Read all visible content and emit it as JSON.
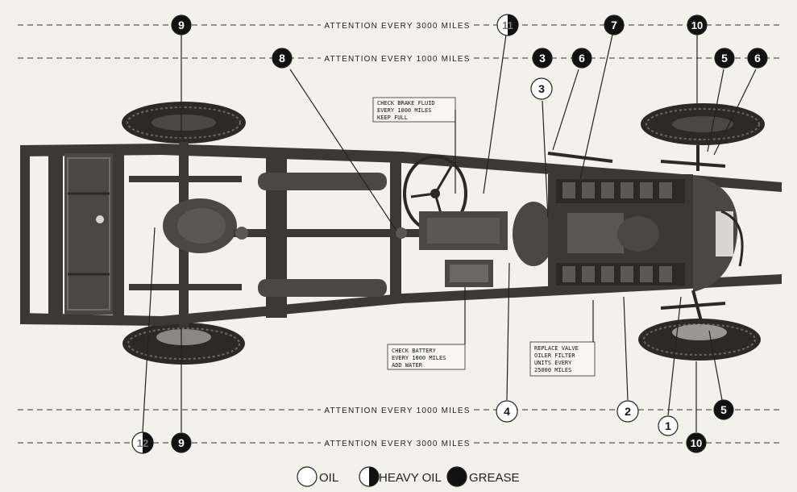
{
  "rows": {
    "top_3000": "ATTENTION EVERY 3000 MILES",
    "top_1000": "ATTENTION EVERY 1000 MILES",
    "bottom_1000": "ATTENTION EVERY 1000 MILES",
    "bottom_3000": "ATTENTION EVERY 3000 MILES"
  },
  "notes": {
    "brake": [
      "CHECK BRAKE FLUID",
      "EVERY 1000 MILES",
      "KEEP FULL"
    ],
    "battery": [
      "CHECK BATTERY",
      "EVERY 1000 MILES",
      "ADD WATER"
    ],
    "valve": [
      "REPLACE VALVE",
      "OILER FILTER",
      "UNITS EVERY",
      "25000 MILES"
    ]
  },
  "markers": [
    {
      "id": "m9a",
      "label": "9",
      "type": "grease"
    },
    {
      "id": "m11",
      "label": "11",
      "type": "heavy_oil"
    },
    {
      "id": "m7",
      "label": "7",
      "type": "grease"
    },
    {
      "id": "m10a",
      "label": "10",
      "type": "grease"
    },
    {
      "id": "m8",
      "label": "8",
      "type": "grease"
    },
    {
      "id": "m3g",
      "label": "3",
      "type": "grease"
    },
    {
      "id": "m6a",
      "label": "6",
      "type": "grease"
    },
    {
      "id": "m5a",
      "label": "5",
      "type": "grease"
    },
    {
      "id": "m6b",
      "label": "6",
      "type": "grease"
    },
    {
      "id": "m3o",
      "label": "3",
      "type": "oil"
    },
    {
      "id": "m4",
      "label": "4",
      "type": "oil"
    },
    {
      "id": "m2",
      "label": "2",
      "type": "oil"
    },
    {
      "id": "m1",
      "label": "1",
      "type": "oil"
    },
    {
      "id": "m5b",
      "label": "5",
      "type": "grease"
    },
    {
      "id": "m12",
      "label": "12",
      "type": "heavy_oil"
    },
    {
      "id": "m9b",
      "label": "9",
      "type": "grease"
    },
    {
      "id": "m10b",
      "label": "10",
      "type": "grease"
    }
  ],
  "legend": {
    "oil": "OIL",
    "heavy_oil": "HEAVY OIL",
    "grease": "GREASE"
  },
  "colors": {
    "paper": "#f2f1ec",
    "ink": "#1a1a1a",
    "chassis": "#3a3936",
    "tire": "#2b2a28"
  }
}
